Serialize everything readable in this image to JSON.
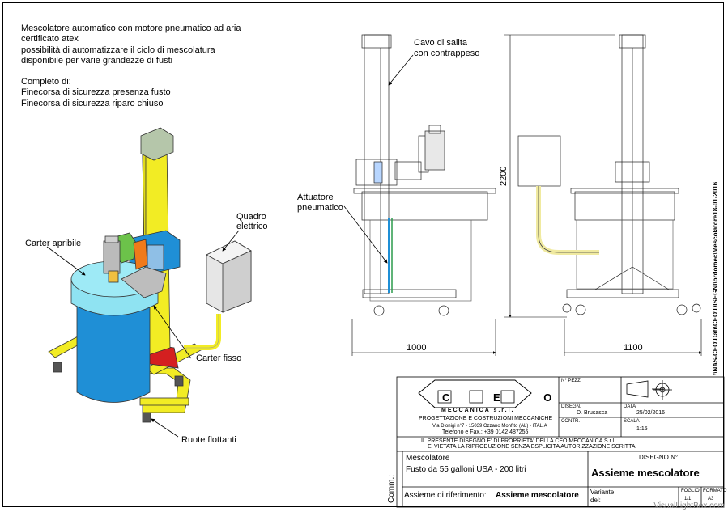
{
  "description": {
    "line1": "Mescolatore automatico con motore pneumatico ad aria",
    "line2": "certificato atex",
    "line3": "possibilità di automatizzare il ciclo di mescolatura",
    "line4": "disponibile per varie grandezze di fusti",
    "line5": "Completo di:",
    "line6": "Finecorsa di sicurezza presenza fusto",
    "line7": "Finecorsa di sicurezza riparo chiuso"
  },
  "callouts": {
    "carter_apribile": "Carter apribile",
    "quadro_line1": "Quadro",
    "quadro_line2": "elettrico",
    "carter_fisso": "Carter fisso",
    "ruote": "Ruote flottanti",
    "cavo_line1": "Cavo di salita",
    "cavo_line2": "con contrappeso",
    "attuatore_line1": "Attuatore",
    "attuatore_line2": "pneumatico"
  },
  "dimensions": {
    "width_front": "1000",
    "width_side": "1100",
    "height": "2200"
  },
  "file_path": "\\\\NAS-CEO\\Dati\\CEO\\DISEGNI\\ordomec\\Mescolatore18-01-2016",
  "title_block": {
    "company_letters": "C E O",
    "company_sub": "MECCANICA s.r.l.",
    "tagline": "PROGETTAZIONE E COSTRUZIONI MECCANICHE",
    "address": "Via Dionigi n°7 - 15039 Ozzano Monf.to (AL) - ITALIA",
    "phone": "Telefono e Fax.: +39 0142 487255",
    "n_pezzi_label": "N° PEZZI",
    "disegn_label": "DISEGN.",
    "disegn_value": "D. Brusasca",
    "data_label": "DATA",
    "data_value": "25/02/2016",
    "contr_label": "CONTR.",
    "scala_label": "SCALA",
    "scala_value": "1:15",
    "notice1": "IL PRESENTE DISEGNO E' DI PROPRIETA' DELLA CEO MECCANICA S.r.l.",
    "notice2": "E' VIETATA LA RIPRODUZIONE SENZA ESPLICITA AUTORIZZAZIONE SCRITTA",
    "disegno_label": "DISEGNO N°",
    "disegno_value": "Assieme mescolatore",
    "item": "Mescolatore",
    "item_desc": "Fusto da 55 galloni USA - 200 litri",
    "ref_label": "Assieme di riferimento:",
    "ref_value": "Assieme mescolatore",
    "comm_label": "Comm.:",
    "variante_label": "Variante",
    "del_label": "del:",
    "foglio_label": "FOGLIO",
    "foglio_value": "1/1",
    "formato_label": "FORMATO",
    "formato_value": "A3"
  },
  "watermark": "VisualLightBox.com",
  "colors": {
    "yellow": "#f2ec24",
    "blue": "#1f8fd6",
    "cyan": "#8fe3f2",
    "red": "#d42020",
    "grey": "#c8c8c8",
    "orange": "#f07a1a"
  }
}
